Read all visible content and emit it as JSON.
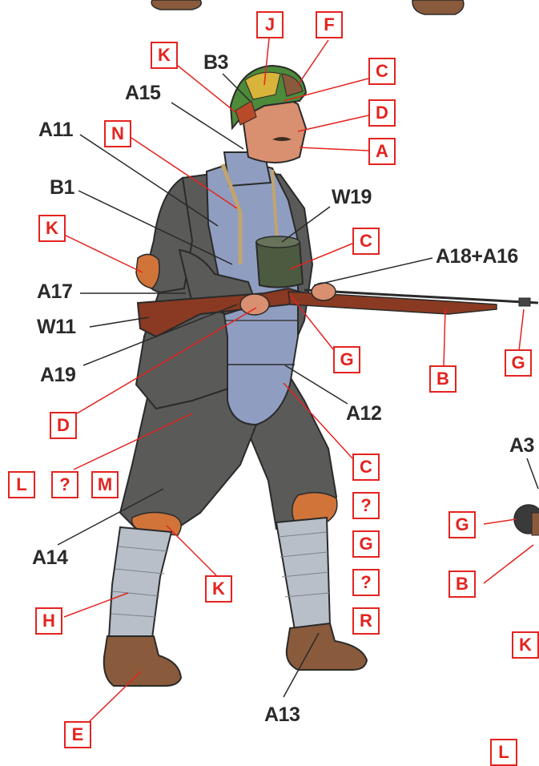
{
  "black_labels": {
    "b3": "B3",
    "a15": "A15",
    "a11": "A11",
    "b1": "B1",
    "w19": "W19",
    "a18_a16": "A18+A16",
    "a17": "A17",
    "w11": "W11",
    "a19": "A19",
    "a12": "A12",
    "a14": "A14",
    "a13": "A13",
    "a3": "A3"
  },
  "red_boxes": {
    "j": "J",
    "f": "F",
    "k_helmet": "K",
    "c_helmet": "C",
    "d_face": "D",
    "a_face": "A",
    "n_strap": "N",
    "k_shoulder": "K",
    "c_canteen": "C",
    "g_rifle_front": "G",
    "b_rifle": "B",
    "g_muzzle": "G",
    "d_hand": "D",
    "l": "L",
    "q_left": "?",
    "m": "M",
    "c_right": "C",
    "q_right_1": "?",
    "g_right": "G",
    "q_right_2": "?",
    "r": "R",
    "k_knee": "K",
    "h": "H",
    "e": "E",
    "g_detail": "G",
    "b_detail": "B",
    "k_edge": "K",
    "partial_bottom": "L"
  },
  "colors": {
    "label_red": "#e4231f",
    "label_black": "#2a2a2a",
    "uniform_grey": "#5a5a58",
    "armor_blue": "#8f9dc0",
    "puttee_grey": "#b8bfc8",
    "boot_brown": "#8a5a3c",
    "rifle_wood": "#8a3a22",
    "patch_orange": "#d0743a",
    "helmet_green": "#4d8a3a",
    "helmet_yellow": "#d8b43a",
    "skin": "#d99070",
    "canteen_green": "#4c5a40"
  }
}
